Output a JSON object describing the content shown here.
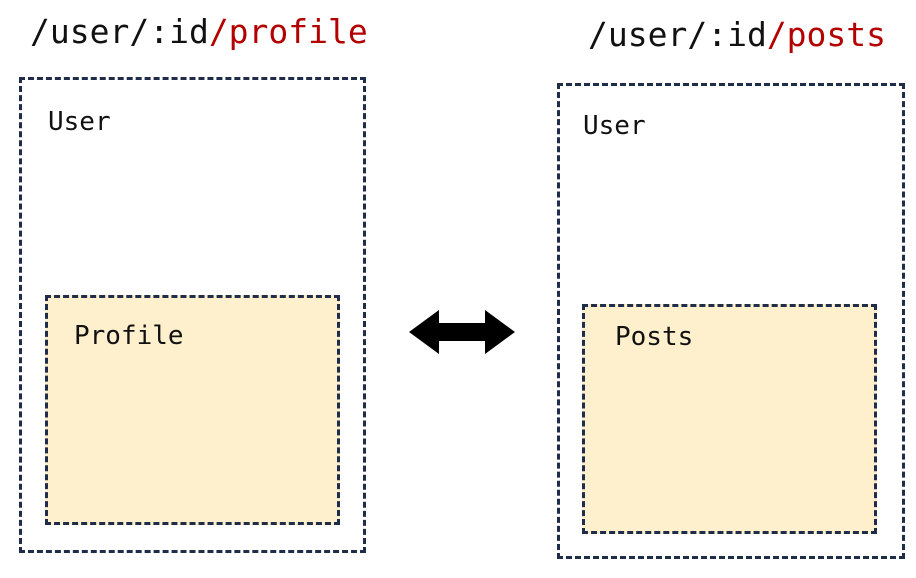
{
  "colors": {
    "text": "#111111",
    "accent": "#b30000",
    "border": "#1f2d4a",
    "child_fill": "#fef0cc"
  },
  "left": {
    "path_base": "/user/:id",
    "path_child": "/profile",
    "outer_label": "User",
    "inner_label": "Profile"
  },
  "right": {
    "path_base": "/user/:id",
    "path_child": "/posts",
    "outer_label": "User",
    "inner_label": "Posts"
  },
  "connector": {
    "icon": "double-headed-arrow-icon"
  }
}
